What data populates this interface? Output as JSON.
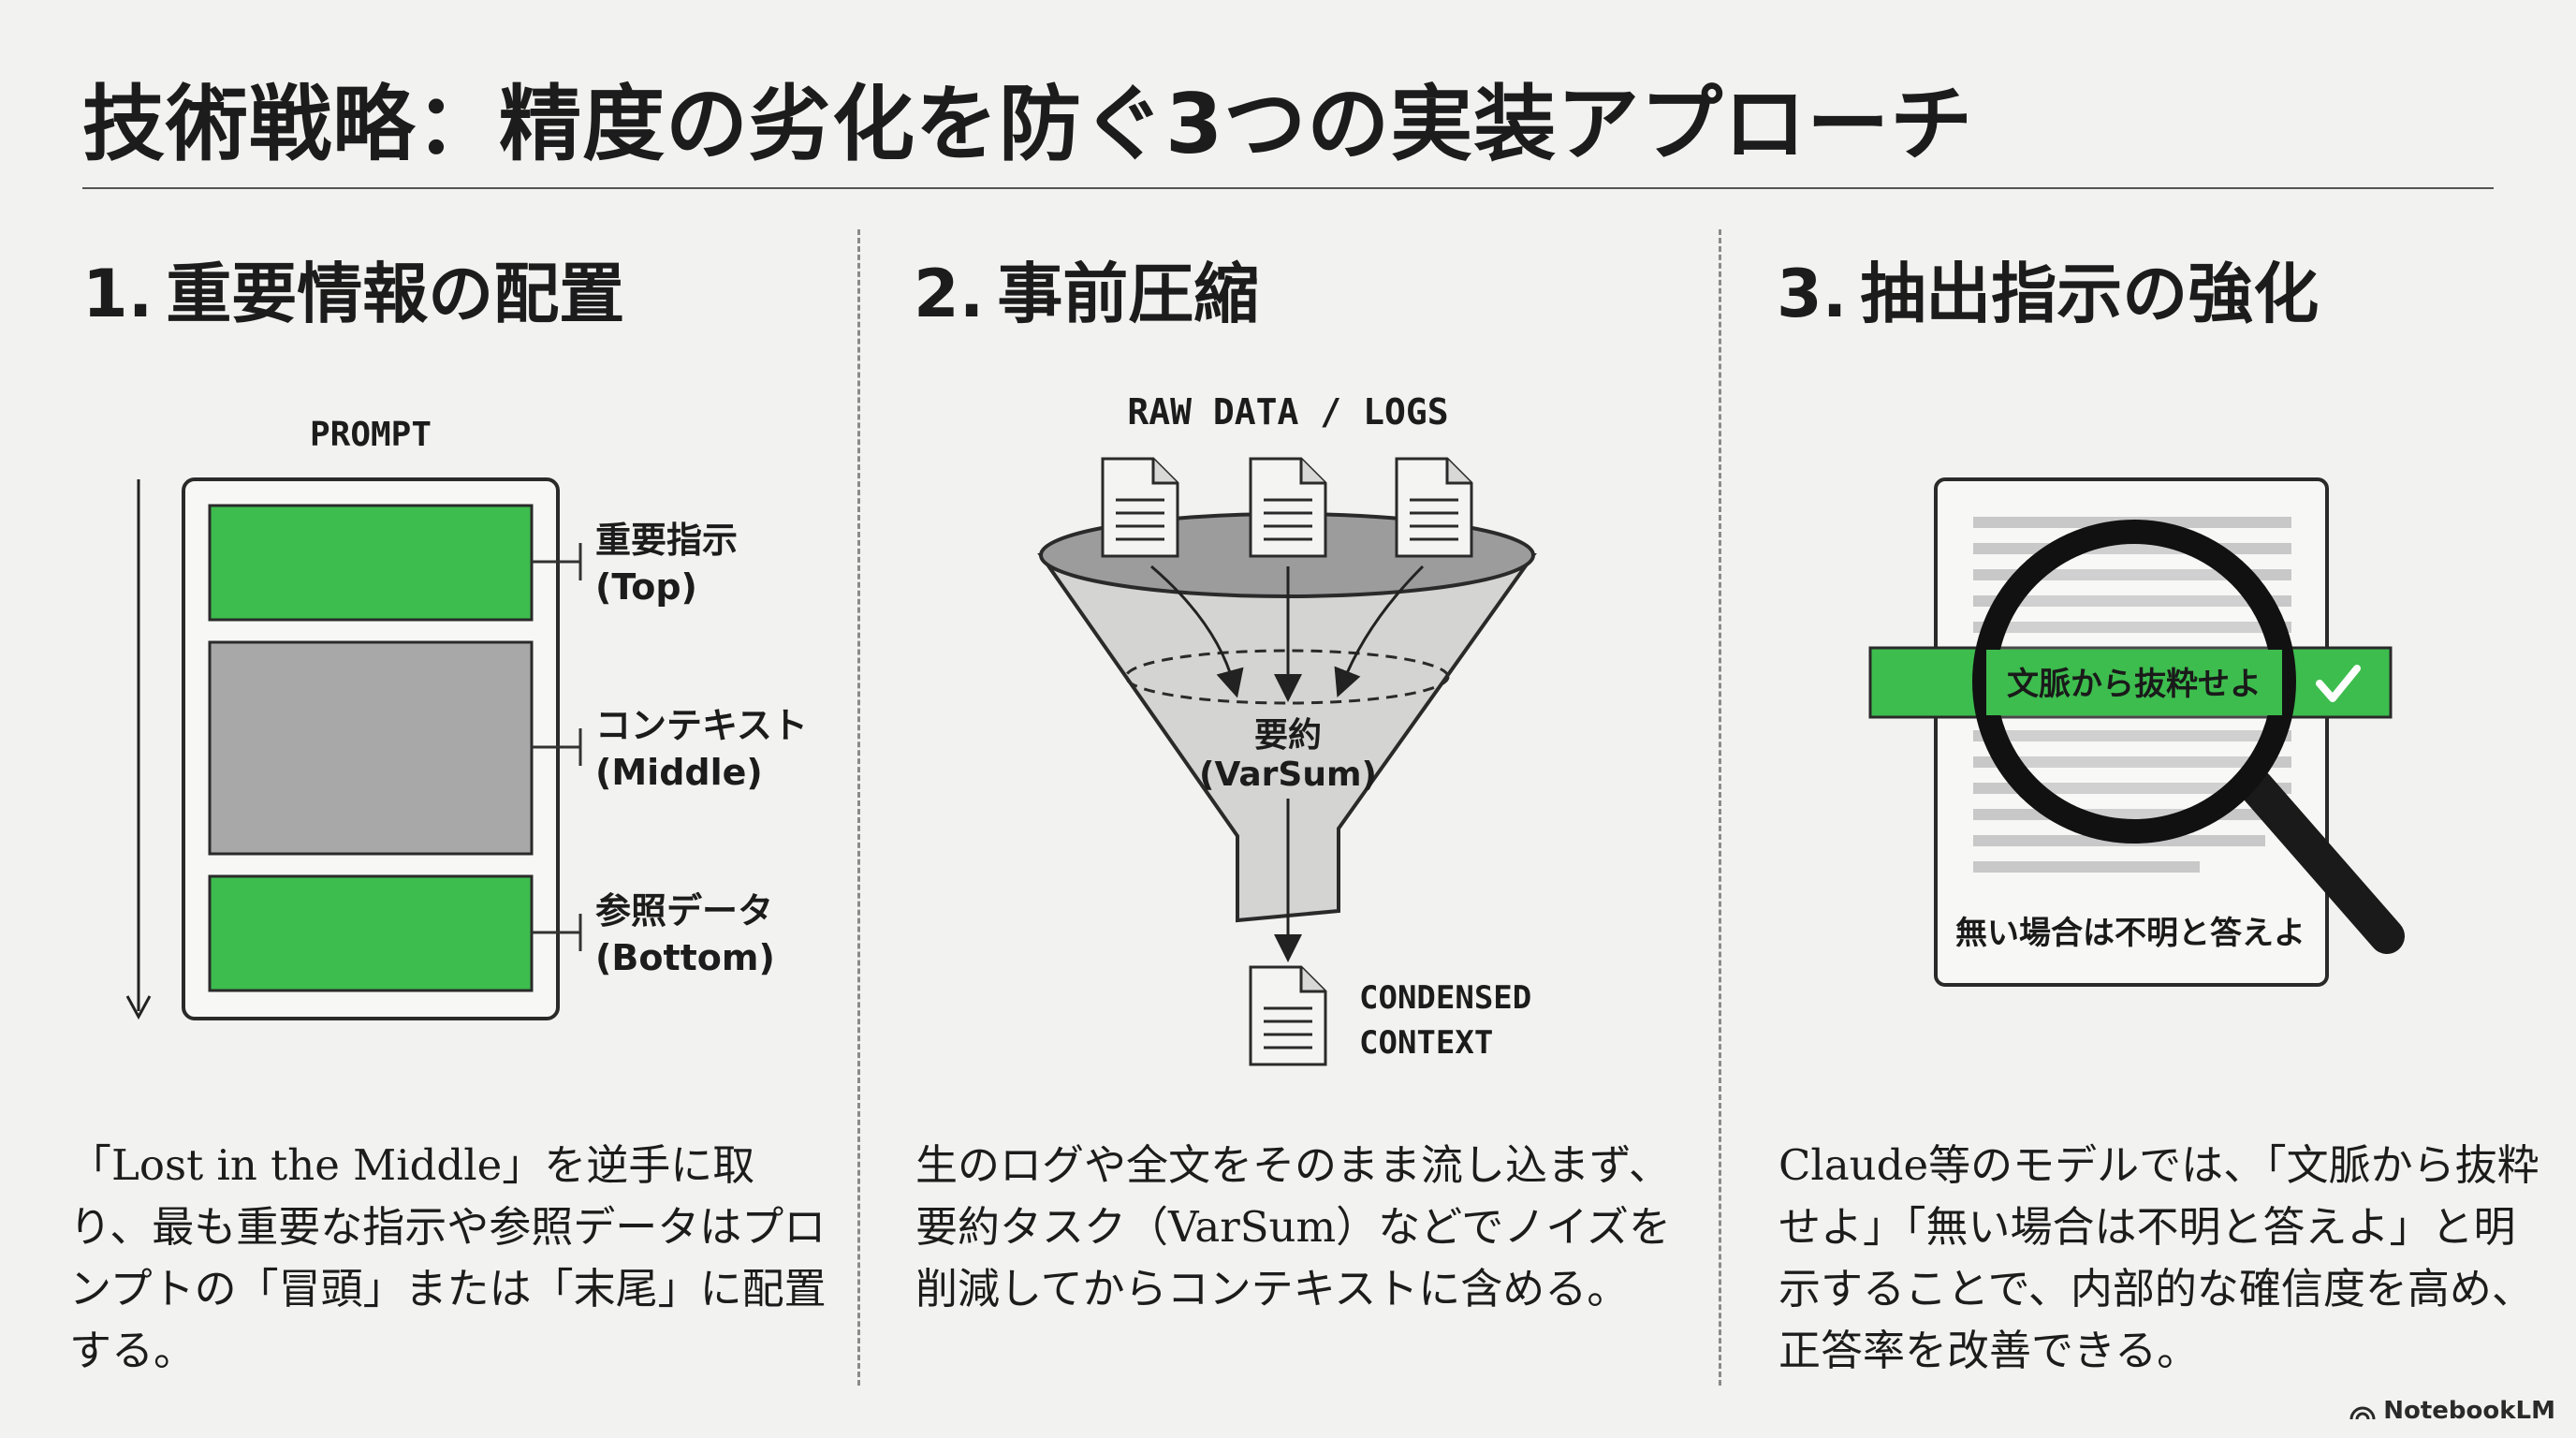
{
  "title": "技術戦略：精度の劣化を防ぐ3つの実装アプローチ",
  "sections": [
    {
      "number": "1.",
      "heading": "重要情報の配置",
      "prompt_label": "PROMPT",
      "blocks": [
        {
          "label": "重要指示",
          "sub": "(Top)",
          "color": "#3dbd4e"
        },
        {
          "label": "コンテキスト",
          "sub": "(Middle)",
          "color": "#a8a8a8"
        },
        {
          "label": "参照データ",
          "sub": "(Bottom)",
          "color": "#3dbd4e"
        }
      ],
      "text": "「Lost in the Middle」を逆手に取り、最も重要な指示や参照データはプロンプトの「冒頭」または「末尾」に配置する。"
    },
    {
      "number": "2.",
      "heading": "事前圧縮",
      "input_label": "RAW DATA / LOGS",
      "funnel_label": "要約",
      "funnel_sub": "(VarSum)",
      "output_label_1": "CONDENSED",
      "output_label_2": "CONTEXT",
      "text": "生のログや全文をそのまま流し込まず、要約タスク（VarSum）などでノイズを削減してからコンテキストに含める。"
    },
    {
      "number": "3.",
      "heading": "抽出指示の強化",
      "highlight_label": "文脈から抜粋せよ",
      "bottom_label": "無い場合は不明と答えよ",
      "accent_color": "#3dbd4e",
      "text": "Claude等のモデルでは、「文脈から抜粋せよ」「無い場合は不明と答えよ」と明示することで、内部的な確信度を高め、正答率を改善できる。"
    }
  ],
  "footer": {
    "brand": "NotebookLM"
  }
}
